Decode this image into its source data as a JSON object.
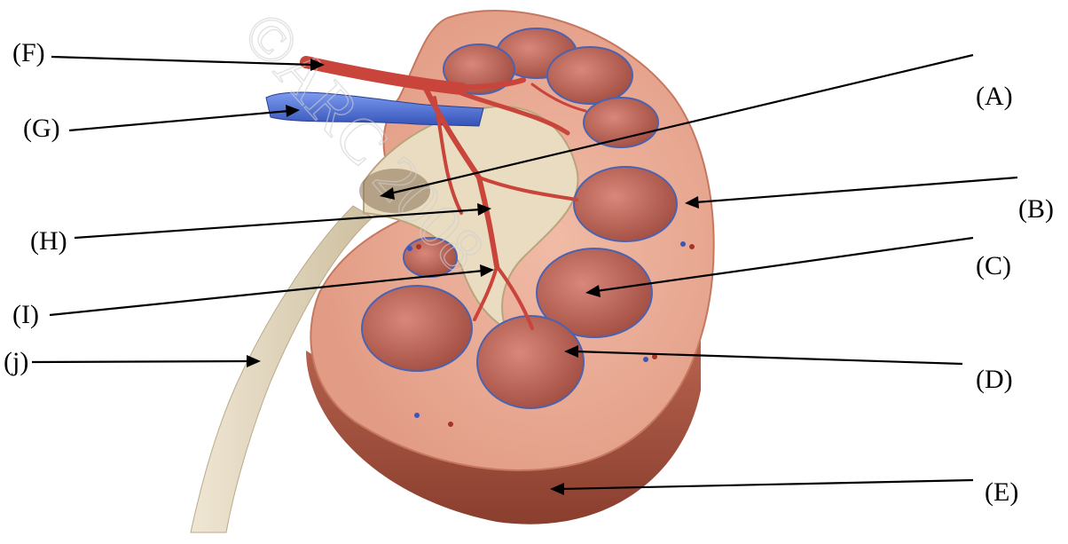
{
  "labels": {
    "F": "(F)",
    "G": "(G)",
    "H": "(H)",
    "I": "(I)",
    "j": "(j)",
    "A": "(A)",
    "B": "(B)",
    "C": "(C)",
    "D": "(D)",
    "E": "(E)"
  },
  "watermark": "©ARC 2008",
  "colors": {
    "cortex": "#e8a893",
    "capsule_side": "#a8523f",
    "pyramid": "#b85a4c",
    "artery": "#c9443a",
    "vein": "#4a6fd6",
    "ureter": "#e2d6bf",
    "pelvis": "#e9dcc0",
    "line": "#000000"
  }
}
